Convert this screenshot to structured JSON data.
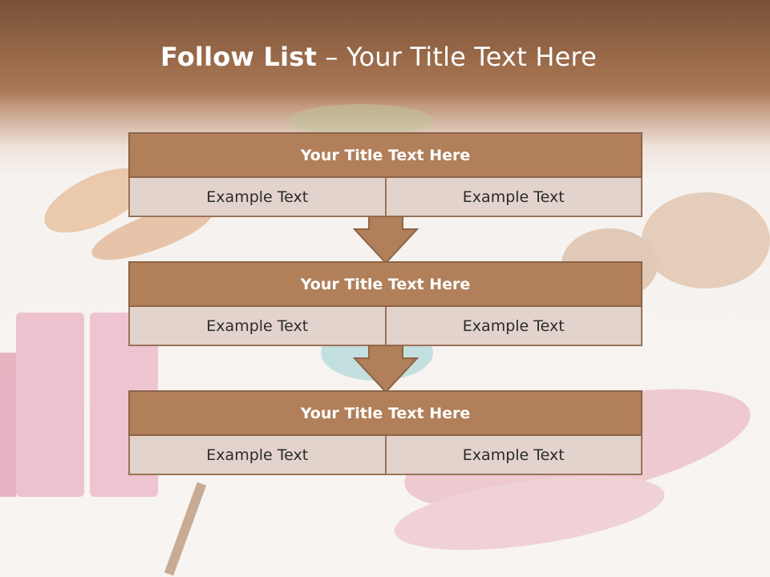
{
  "title": {
    "bold": "Follow List",
    "rest": " – Your Title Text Here"
  },
  "blocks": [
    {
      "title": "Your Title Text Here",
      "left": "Example Text",
      "right": "Example Text"
    },
    {
      "title": "Your Title Text Here",
      "left": "Example Text",
      "right": "Example Text"
    },
    {
      "title": "Your Title Text Here",
      "left": "Example Text",
      "right": "Example Text"
    }
  ],
  "colors": {
    "accent": "#b17f59",
    "cell_bg": "#e2d3cc",
    "header_top": "#7a5339"
  }
}
